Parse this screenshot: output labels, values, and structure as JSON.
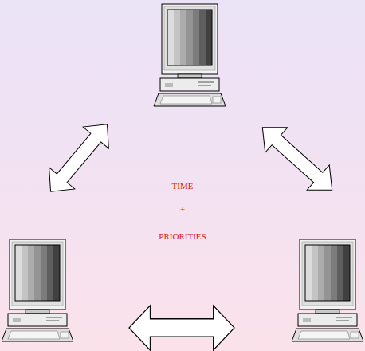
{
  "diagram": {
    "labels": [
      "TIME",
      "+",
      "PRIORITIES"
    ]
  }
}
